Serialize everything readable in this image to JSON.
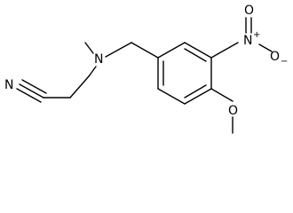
{
  "molecule": {
    "atoms": {
      "nitrile_n": "N",
      "amine_n": "N",
      "nitro_n": "N",
      "nitro_n_charge": "+",
      "nitro_o_top": "O",
      "nitro_o_right": "O",
      "nitro_o_right_charge": "−",
      "methoxy_o": "O"
    }
  }
}
